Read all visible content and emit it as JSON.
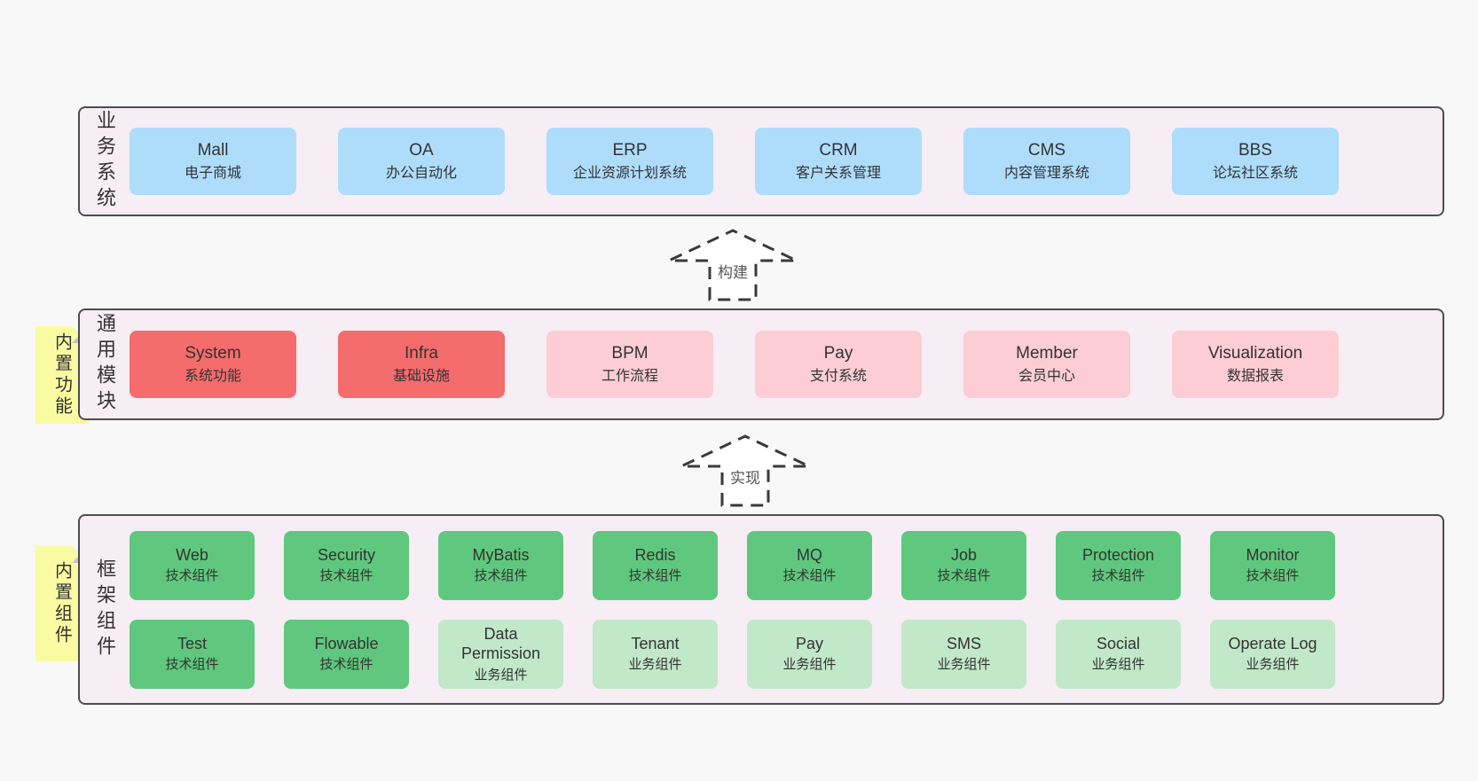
{
  "palette": {
    "blue": "#aeddfc",
    "red": "#f56c6c",
    "pink": "#fccdd5",
    "green": "#5fc87e",
    "lightgreen": "#c1e8c8",
    "yellow": "#fafaa2",
    "panel_bg": "#f6edf5",
    "page_bg": "#f8f8f8",
    "panel_border": "#4d4d4d",
    "text": "#333333"
  },
  "arrows": [
    {
      "label": "构建"
    },
    {
      "label": "实现"
    }
  ],
  "panels": [
    {
      "id": "business-systems",
      "label": "业务系统",
      "tab": null,
      "rows": [
        [
          {
            "name": "Mall",
            "desc": "电子商城",
            "color": "blue"
          },
          {
            "name": "OA",
            "desc": "办公自动化",
            "color": "blue"
          },
          {
            "name": "ERP",
            "desc": "企业资源计划系统",
            "color": "blue"
          },
          {
            "name": "CRM",
            "desc": "客户关系管理",
            "color": "blue"
          },
          {
            "name": "CMS",
            "desc": "内容管理系统",
            "color": "blue"
          },
          {
            "name": "BBS",
            "desc": "论坛社区系统",
            "color": "blue"
          }
        ]
      ]
    },
    {
      "id": "common-modules",
      "label": "通用模块",
      "tab": "内置功能",
      "rows": [
        [
          {
            "name": "System",
            "desc": "系统功能",
            "color": "red"
          },
          {
            "name": "Infra",
            "desc": "基础设施",
            "color": "red"
          },
          {
            "name": "BPM",
            "desc": "工作流程",
            "color": "pink"
          },
          {
            "name": "Pay",
            "desc": "支付系统",
            "color": "pink"
          },
          {
            "name": "Member",
            "desc": "会员中心",
            "color": "pink"
          },
          {
            "name": "Visualization",
            "desc": "数据报表",
            "color": "pink"
          }
        ]
      ]
    },
    {
      "id": "framework-components",
      "label": "框架组件",
      "tab": "内置组件",
      "rows": [
        [
          {
            "name": "Web",
            "desc": "技术组件",
            "color": "green"
          },
          {
            "name": "Security",
            "desc": "技术组件",
            "color": "green"
          },
          {
            "name": "MyBatis",
            "desc": "技术组件",
            "color": "green"
          },
          {
            "name": "Redis",
            "desc": "技术组件",
            "color": "green"
          },
          {
            "name": "MQ",
            "desc": "技术组件",
            "color": "green"
          },
          {
            "name": "Job",
            "desc": "技术组件",
            "color": "green"
          },
          {
            "name": "Protection",
            "desc": "技术组件",
            "color": "green"
          },
          {
            "name": "Monitor",
            "desc": "技术组件",
            "color": "green"
          }
        ],
        [
          {
            "name": "Test",
            "desc": "技术组件",
            "color": "green"
          },
          {
            "name": "Flowable",
            "desc": "技术组件",
            "color": "green"
          },
          {
            "name": "Data Permission",
            "desc": "业务组件",
            "color": "lightgreen"
          },
          {
            "name": "Tenant",
            "desc": "业务组件",
            "color": "lightgreen"
          },
          {
            "name": "Pay",
            "desc": "业务组件",
            "color": "lightgreen"
          },
          {
            "name": "SMS",
            "desc": "业务组件",
            "color": "lightgreen"
          },
          {
            "name": "Social",
            "desc": "业务组件",
            "color": "lightgreen"
          },
          {
            "name": "Operate Log",
            "desc": "业务组件",
            "color": "lightgreen"
          }
        ]
      ]
    }
  ]
}
